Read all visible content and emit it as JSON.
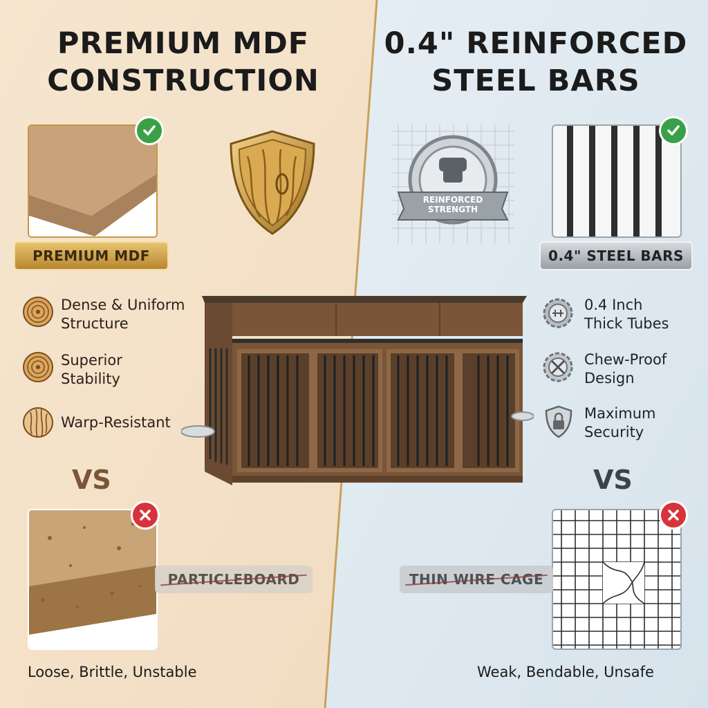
{
  "left": {
    "title_line1": "PREMIUM MDF",
    "title_line2": "CONSTRUCTION",
    "badge_label": "PREMIUM MDF",
    "features": [
      {
        "icon": "wood-rings-icon",
        "line1": "Dense & Uniform",
        "line2": "Structure"
      },
      {
        "icon": "wood-rings-icon",
        "line1": "Superior",
        "line2": "Stability"
      },
      {
        "icon": "wood-grain-icon",
        "line1": "Warp-Resistant",
        "line2": ""
      }
    ],
    "vs": "VS",
    "compare_label": "PARTICLEBOARD",
    "caption": "Loose, Brittle, Unstable"
  },
  "right": {
    "title_line1": "0.4\" REINFORCED",
    "title_line2": "STEEL BARS",
    "seal_line1": "REINFORCED",
    "seal_line2": "STRENGTH",
    "badge_label": "0.4\" STEEL BARS",
    "features": [
      {
        "icon": "gear-icon",
        "line1": "0.4 Inch",
        "line2": "Thick Tubes"
      },
      {
        "icon": "no-chew-icon",
        "line1": "Chew-Proof",
        "line2": "Design"
      },
      {
        "icon": "lock-shield-icon",
        "line1": "Maximum",
        "line2": "Security"
      }
    ],
    "vs": "VS",
    "compare_label": "THIN WIRE CAGE",
    "caption": "Weak, Bendable, Unsafe"
  },
  "colors": {
    "left_bg": "#f4e3cb",
    "right_bg": "#dfe8ef",
    "gold": "#c49845",
    "check_green": "#3aa048",
    "cross_red": "#d6343a",
    "wood_brown": "#7a5538"
  }
}
